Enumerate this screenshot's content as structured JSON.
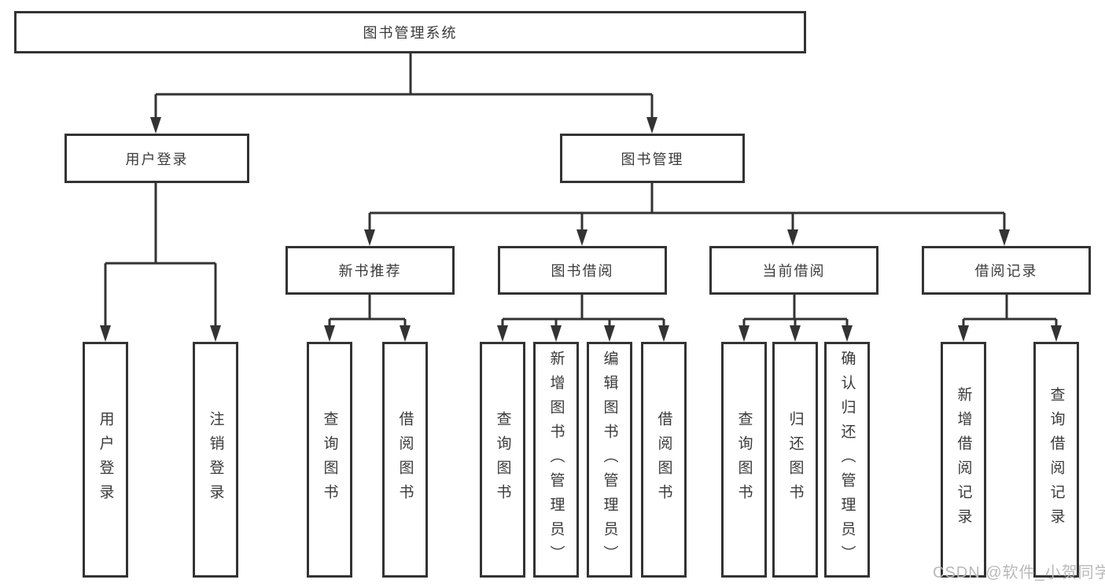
{
  "colors": {
    "line": "#333333",
    "text": "#3a3a3a",
    "watermark": "#b9b9b9",
    "background": "#ffffff"
  },
  "watermark": "CSDN @软件_小贺同学",
  "tree": {
    "root": {
      "label": "图书管理系统",
      "children": {
        "user_login": {
          "label": "用户登录",
          "children": {
            "login": {
              "label": "用户登录"
            },
            "logout": {
              "label": "注销登录"
            }
          }
        },
        "book_management": {
          "label": "图书管理",
          "children": {
            "new_book_recommend": {
              "label": "新书推荐",
              "children": {
                "query_book": {
                  "label": "查询图书"
                },
                "borrow_book": {
                  "label": "借阅图书"
                }
              }
            },
            "book_borrow": {
              "label": "图书借阅",
              "children": {
                "query_book": {
                  "label": "查询图书"
                },
                "add_book": {
                  "label": "新增图书（管理员）"
                },
                "edit_book": {
                  "label": "编辑图书（管理员）"
                },
                "borrow_book": {
                  "label": "借阅图书"
                }
              }
            },
            "current_borrow": {
              "label": "当前借阅",
              "children": {
                "query_book": {
                  "label": "查询图书"
                },
                "return_book": {
                  "label": "归还图书"
                },
                "confirm_return": {
                  "label": "确认归还（管理员）"
                }
              }
            },
            "borrow_records": {
              "label": "借阅记录",
              "children": {
                "add_record": {
                  "label": "新增借阅记录"
                },
                "query_record": {
                  "label": "查询借阅记录"
                }
              }
            }
          }
        }
      }
    }
  }
}
